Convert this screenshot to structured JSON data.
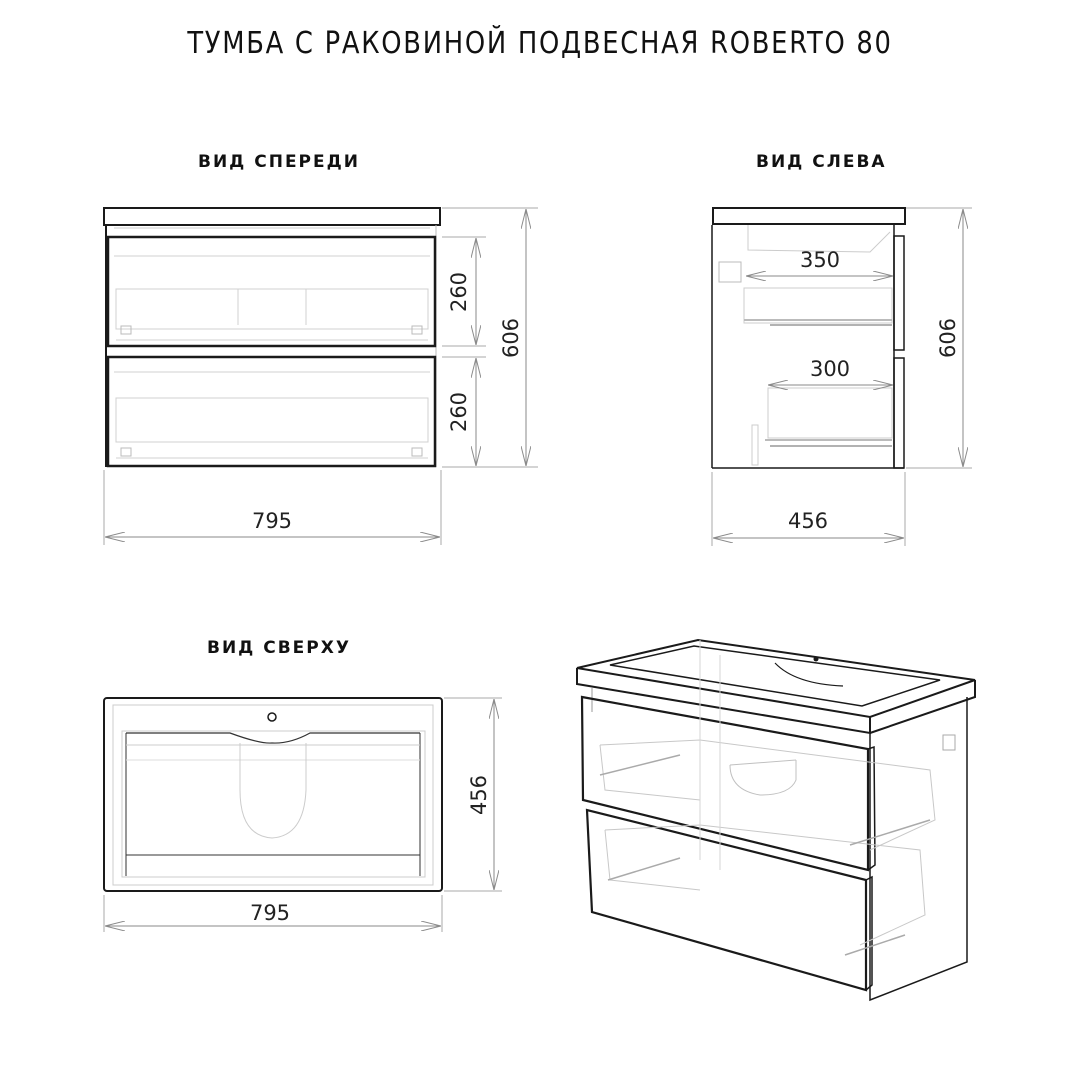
{
  "title": "ТУМБА С РАКОВИНОЙ ПОДВЕСНАЯ ROBERTO 80",
  "views": {
    "front": {
      "label": "ВИД СПЕРЕДИ",
      "dimensions": {
        "width": "795",
        "total_height": "606",
        "drawer_top_height": "260",
        "drawer_bottom_height": "260"
      }
    },
    "left": {
      "label": "ВИД СЛЕВА",
      "dimensions": {
        "depth": "456",
        "total_height": "606",
        "drawer_top_depth": "350",
        "drawer_bottom_depth": "300"
      }
    },
    "top": {
      "label": "ВИД СВЕРХУ",
      "dimensions": {
        "width": "795",
        "depth": "456"
      }
    },
    "isometric": {
      "label": ""
    }
  },
  "colors": {
    "line_dark": "#1a1a1a",
    "line_light": "#c8c8c8",
    "dim_line": "#9a9a9a",
    "background": "#ffffff"
  }
}
